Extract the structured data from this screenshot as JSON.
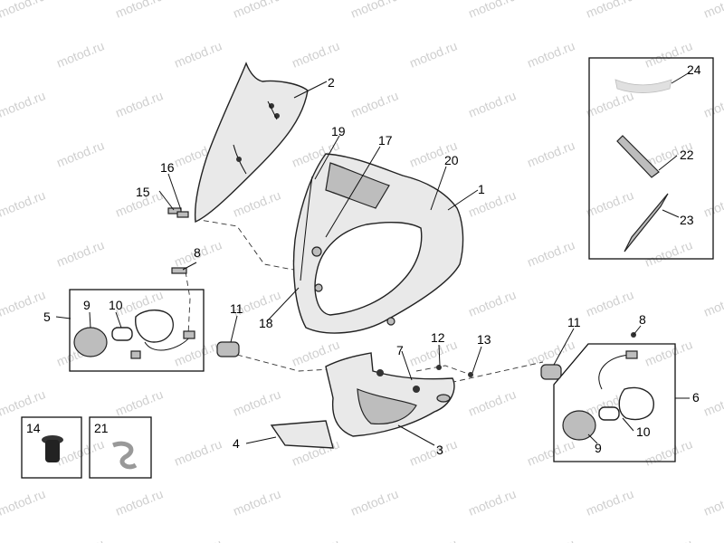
{
  "watermark": "motod.ru",
  "callouts": {
    "c1": "1",
    "c2": "2",
    "c3": "3",
    "c4": "4",
    "c5": "5",
    "c6": "6",
    "c7": "7",
    "c8a": "8",
    "c8b": "8",
    "c9a": "9",
    "c9b": "9",
    "c10a": "10",
    "c10b": "10",
    "c11a": "11",
    "c11b": "11",
    "c12": "12",
    "c13": "13",
    "c14": "14",
    "c15": "15",
    "c16": "16",
    "c17": "17",
    "c18": "18",
    "c19": "19",
    "c20": "20",
    "c21": "21",
    "c22": "22",
    "c23": "23",
    "c24": "24"
  }
}
